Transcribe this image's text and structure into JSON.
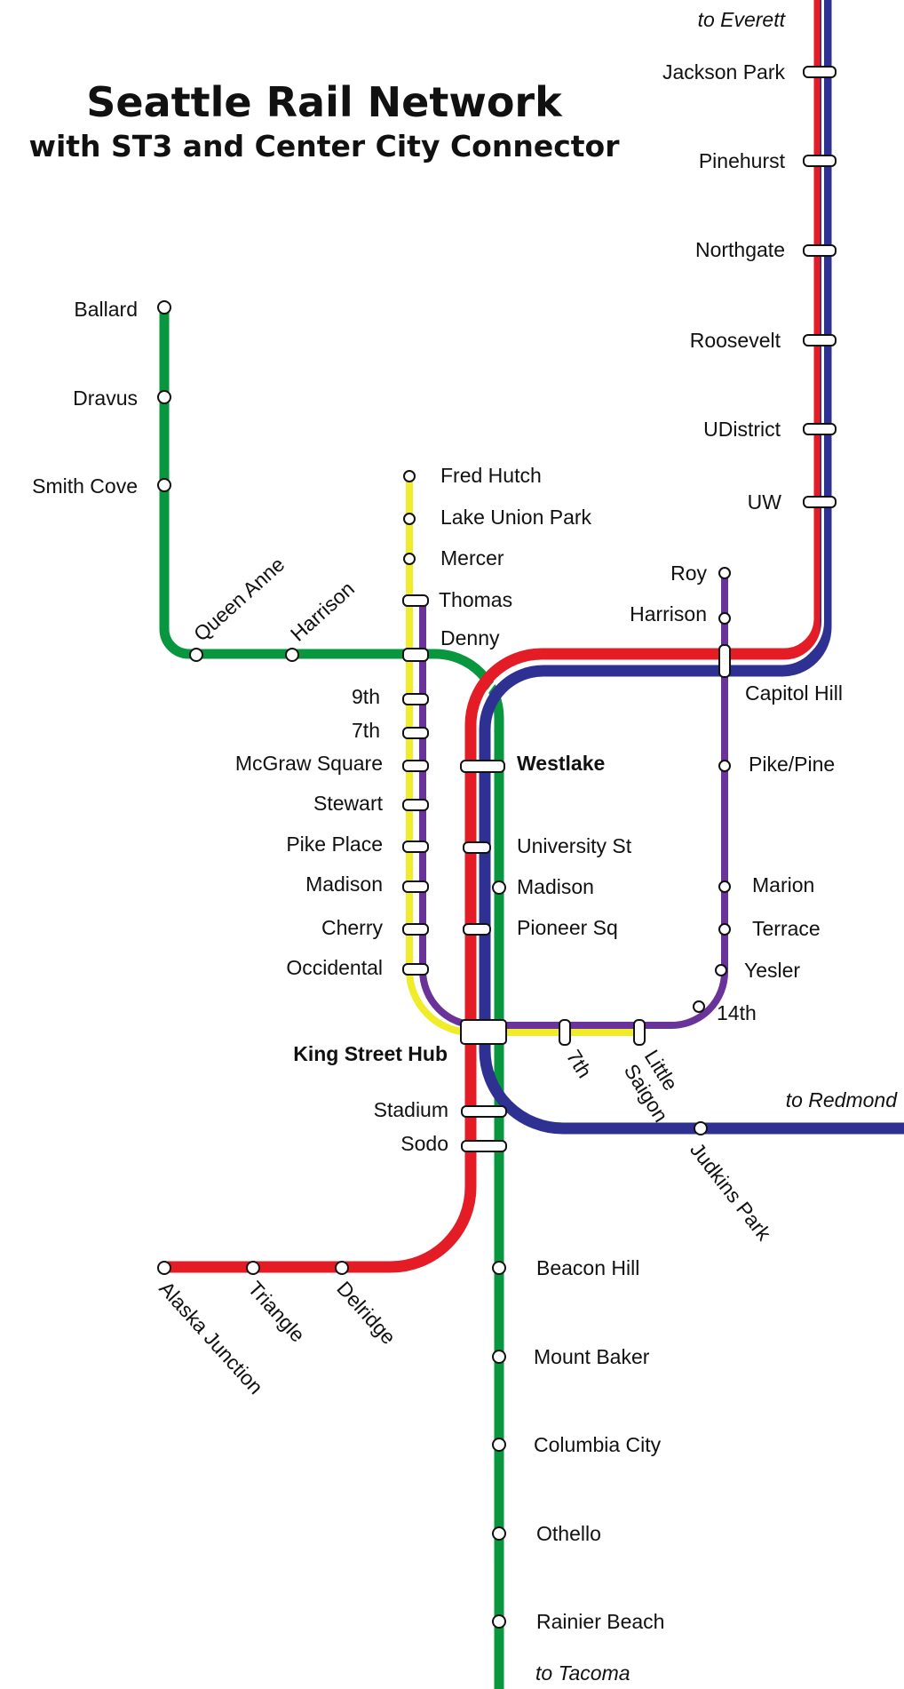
{
  "title": "Seattle Rail Network",
  "subtitle": "with ST3 and Center City Connector",
  "colors": {
    "red": "#e31c26",
    "blue": "#2e3192",
    "green": "#08963f",
    "yellow": "#f1ec2a",
    "purple": "#6a3399"
  },
  "lines": {
    "red": {
      "color": "red"
    },
    "blue": {
      "color": "blue"
    },
    "green": {
      "color": "green"
    },
    "yellow": {
      "color": "yellow"
    },
    "purple": {
      "color": "purple"
    }
  },
  "destinations": {
    "everett": "to Everett",
    "redmond": "to Redmond",
    "tacoma": "to Tacoma"
  },
  "stations": {
    "jackson_park": "Jackson Park",
    "pinehurst": "Pinehurst",
    "northgate": "Northgate",
    "roosevelt": "Roosevelt",
    "udistrict": "UDistrict",
    "uw": "UW",
    "capitol_hill": "Capitol Hill",
    "roy": "Roy",
    "harrison_purple": "Harrison",
    "pike_pine": "Pike/Pine",
    "marion": "Marion",
    "terrace": "Terrace",
    "yesler": "Yesler",
    "fourteenth": "14th",
    "ballard": "Ballard",
    "dravus": "Dravus",
    "smith_cove": "Smith Cove",
    "queen_anne": "Queen Anne",
    "harrison_green": "Harrison",
    "fred_hutch": "Fred Hutch",
    "lake_union_park": "Lake Union Park",
    "mercer": "Mercer",
    "thomas": "Thomas",
    "denny": "Denny",
    "ninth": "9th",
    "seventh_n": "7th",
    "mcgraw_square": "McGraw Square",
    "stewart": "Stewart",
    "pike_place": "Pike Place",
    "madison_w": "Madison",
    "cherry": "Cherry",
    "occidental": "Occidental",
    "westlake": "Westlake",
    "university_st": "University St",
    "madison_e": "Madison",
    "pioneer_sq": "Pioneer Sq",
    "king_street_hub": "King Street Hub",
    "seventh_s": "7th",
    "little_saigon": "Little Saigon",
    "judkins_park": "Judkins Park",
    "stadium": "Stadium",
    "sodo": "Sodo",
    "alaska_junction": "Alaska Junction",
    "triangle": "Triangle",
    "delridge": "Delridge",
    "beacon_hill": "Beacon Hill",
    "mount_baker": "Mount Baker",
    "columbia_city": "Columbia City",
    "othello": "Othello",
    "rainier_beach": "Rainier Beach"
  }
}
